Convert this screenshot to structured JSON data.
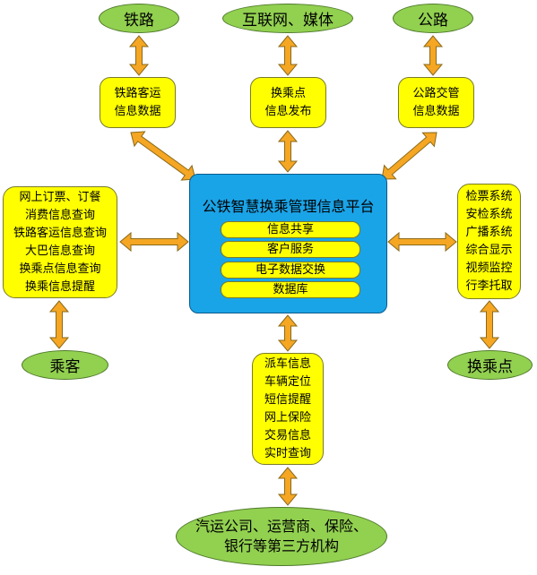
{
  "endpoints": {
    "railway": "铁路",
    "internet_media": "互联网、媒体",
    "highway": "公路",
    "passenger": "乘客",
    "transfer_point": "换乘点",
    "third_party": [
      "汽运公司、运营商、保险、",
      "银行等第三方机构"
    ]
  },
  "info_boxes": {
    "railway_data": [
      "铁路客运",
      "信息数据"
    ],
    "transfer_publish": [
      "换乘点",
      "信息发布"
    ],
    "highway_data": [
      "公路交管",
      "信息数据"
    ],
    "passenger_services": [
      "网上订票、订餐",
      "消费信息查询",
      "铁路客运信息查询",
      "大巴信息查询",
      "换乘点信息查询",
      "换乘信息提醒"
    ],
    "station_systems": [
      "检票系统",
      "安检系统",
      "广播系统",
      "综合显示",
      "视频监控",
      "行李托取"
    ],
    "dispatch_services": [
      "派车信息",
      "车辆定位",
      "短信提醒",
      "网上保险",
      "交易信息",
      "实时查询"
    ]
  },
  "platform": {
    "title": "公铁智慧换乘管理信息平台",
    "modules": [
      "信息共享",
      "客户服务",
      "电子数据交换",
      "数据库"
    ]
  },
  "colors": {
    "ellipse_fill": "#92d050",
    "box_fill": "#ffff00",
    "platform_fill": "#1aa4e8",
    "arrow_fill": "#f5a623",
    "arrow_stroke": "#8a6a1a"
  }
}
